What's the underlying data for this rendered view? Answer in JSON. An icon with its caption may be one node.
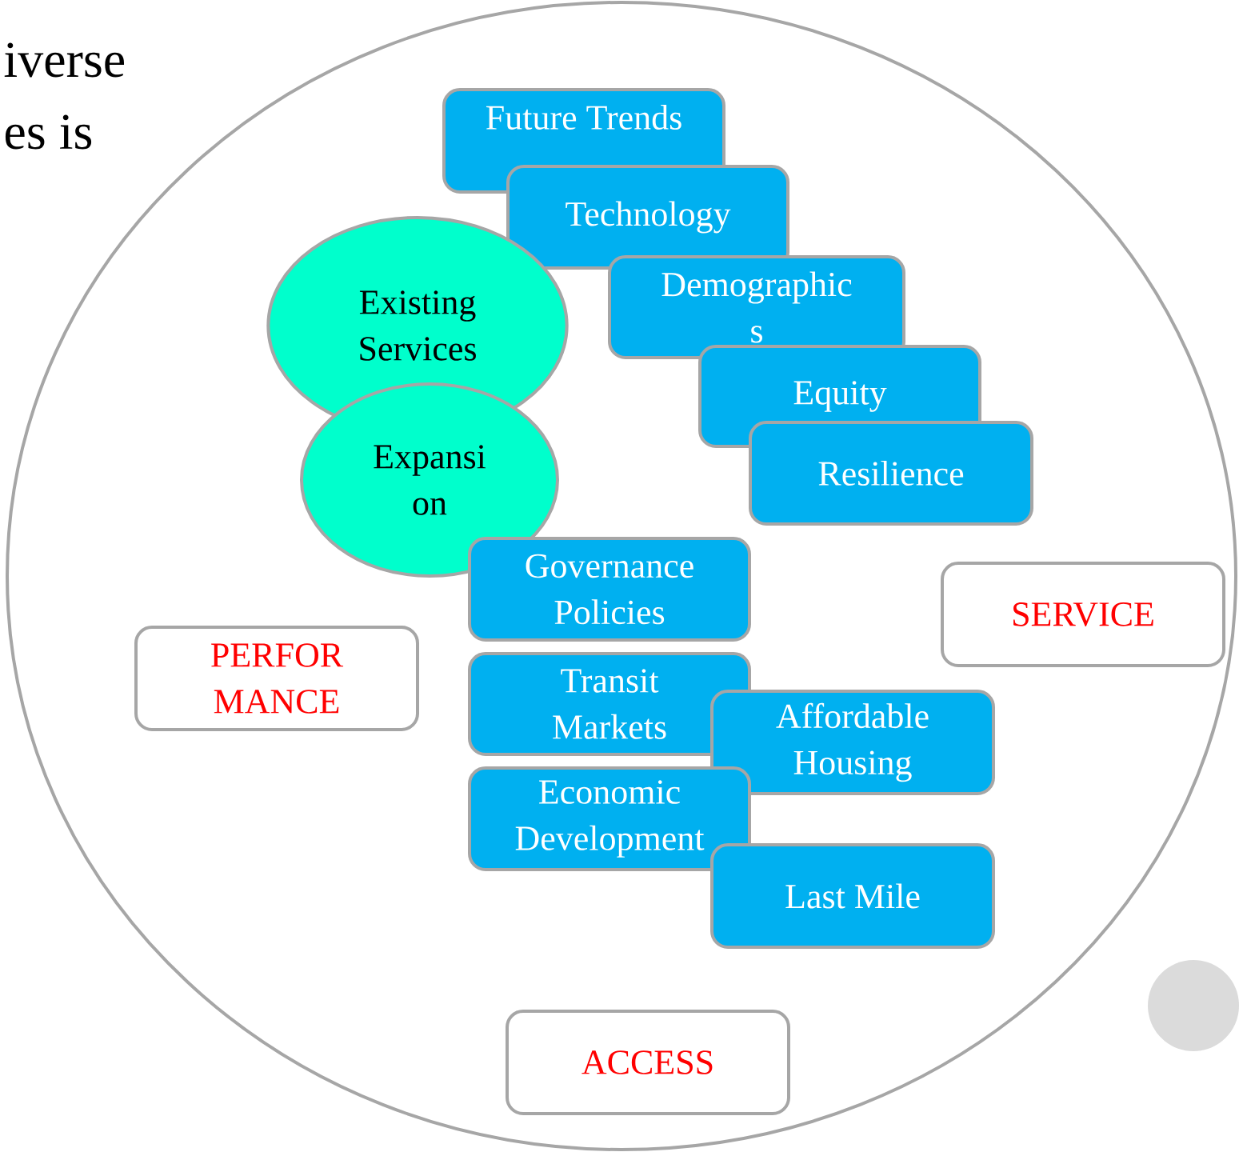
{
  "diagram": {
    "nodes": [
      {
        "text": [],
        "shape": "circle"
      },
      {
        "text": [
          "Future Trends"
        ],
        "in": 0
      },
      {
        "text": [
          "Technology"
        ],
        "in": 0
      },
      {
        "text": [
          "Existing Services"
        ],
        "in": 0
      },
      {
        "text": [
          "Demographic s"
        ],
        "in": 0
      },
      {
        "text": [
          "Equity"
        ],
        "in": 0
      },
      {
        "text": [
          "Expansi on"
        ],
        "in": 0
      },
      {
        "text": [
          "Resilience"
        ],
        "in": 0
      },
      {
        "text": [
          "Governance Policies"
        ],
        "in": 0
      },
      {
        "text": [
          "SERVICE"
        ],
        "in": 0
      },
      {
        "text": [
          "PERFOR MANCE"
        ],
        "in": 0
      },
      {
        "text": [
          "Transit Markets"
        ],
        "in": 0
      },
      {
        "text": [
          "Affordable Housing"
        ],
        "in": 0
      },
      {
        "text": [
          "Economic Development"
        ],
        "in": 0
      },
      {
        "text": [
          "Last Mile"
        ],
        "in": 0
      },
      {
        "text": [
          "ACCESS"
        ],
        "in": 0
      }
    ],
    "labels": [
      "iverse",
      "es is"
    ]
  }
}
